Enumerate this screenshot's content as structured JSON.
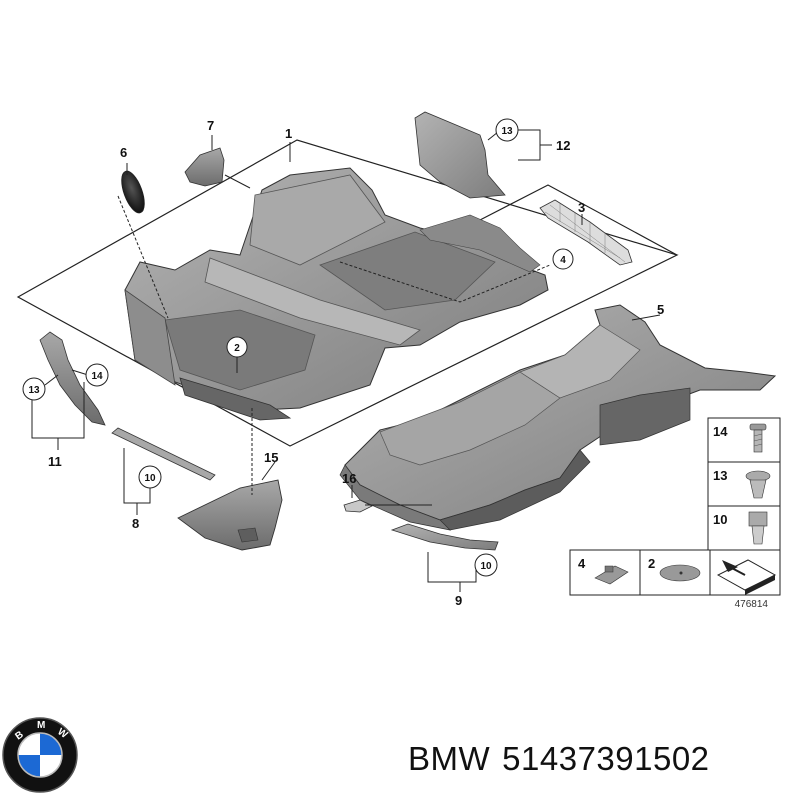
{
  "diagram": {
    "reference_number": "476814",
    "callouts": {
      "c1": "1",
      "c2": "2",
      "c3": "3",
      "c4": "4",
      "c5": "5",
      "c6": "6",
      "c7": "7",
      "c8": "8",
      "c9": "9",
      "c10": "10",
      "c11": "11",
      "c12": "12",
      "c13": "13",
      "c14": "14",
      "c15": "15",
      "c16": "16"
    },
    "legend": {
      "r14": "14",
      "r13": "13",
      "r10": "10",
      "b4": "4",
      "b2": "2"
    }
  },
  "footer": {
    "brand": "BMW",
    "part_number": "51437391502"
  },
  "colors": {
    "part_fill": "#9a9a9a",
    "part_shade": "#6f6f6f",
    "line": "#222222",
    "logo_blue": "#1c69d4"
  }
}
